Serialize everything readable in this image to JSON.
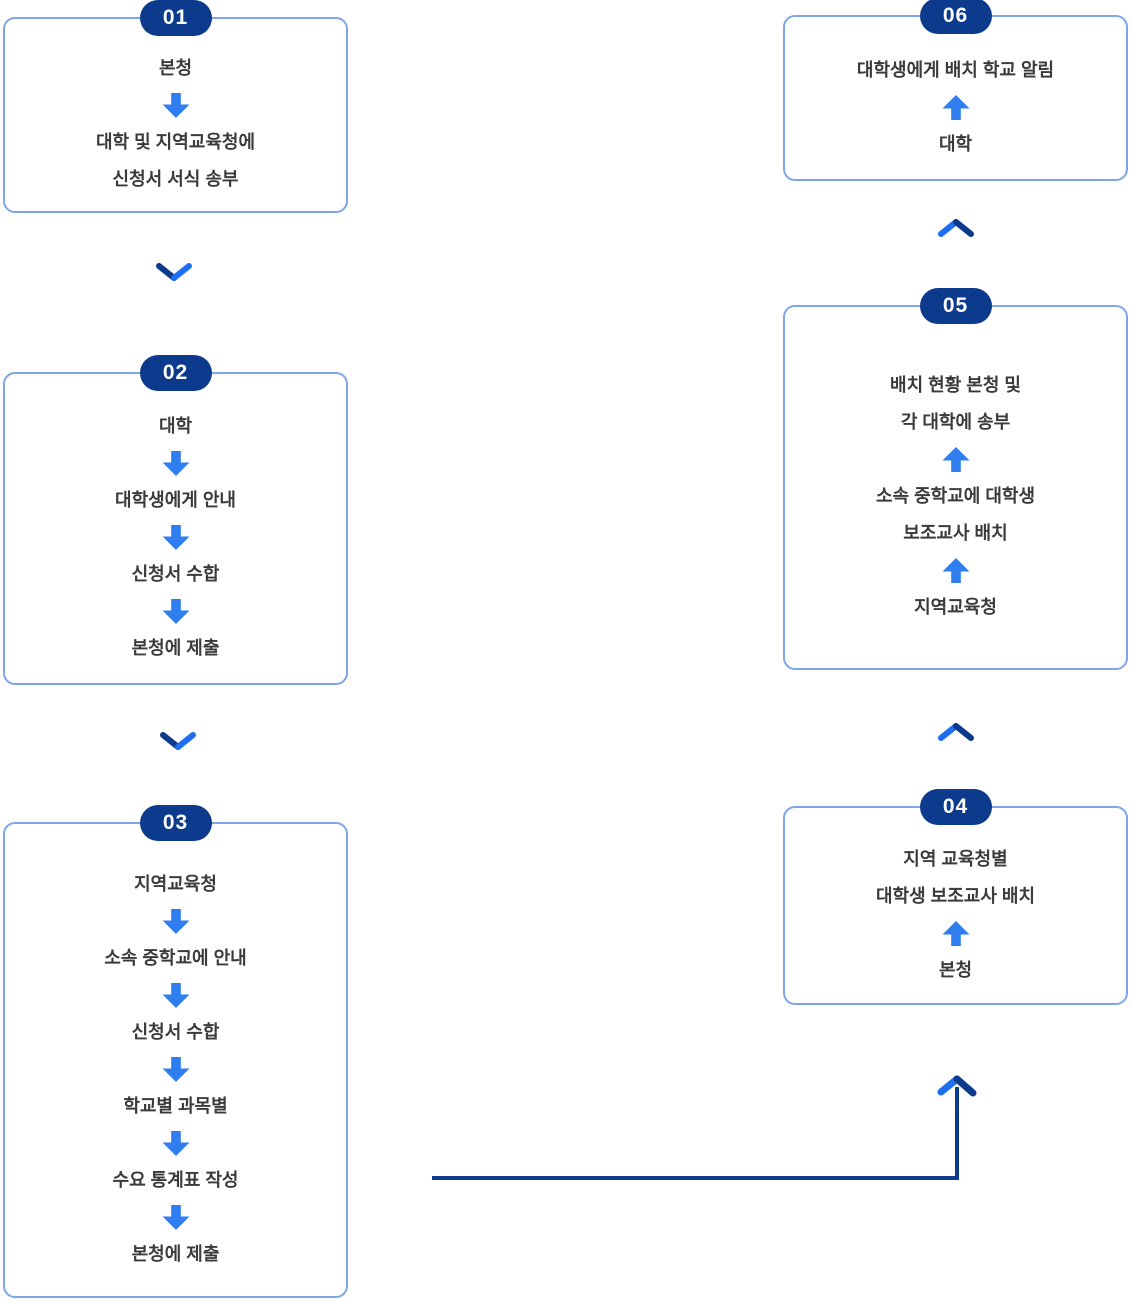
{
  "colors": {
    "navy": "#0c3a8d",
    "arrow_blue": "#2e7ef0",
    "chevron_blue": "#1d6ff0",
    "box_border": "#7ca6e8",
    "text": "#3b3b3b",
    "background": "#ffffff"
  },
  "flow": {
    "left_column": [
      {
        "id": "01",
        "arrow_dir": "down",
        "items": [
          {
            "t": "text",
            "lines": [
              "본청"
            ]
          },
          {
            "t": "arrow"
          },
          {
            "t": "text",
            "lines": [
              "대학 및 지역교육청에",
              "신청서 서식 송부"
            ]
          }
        ]
      },
      {
        "id": "02",
        "arrow_dir": "down",
        "items": [
          {
            "t": "text",
            "lines": [
              "대학"
            ]
          },
          {
            "t": "arrow"
          },
          {
            "t": "text",
            "lines": [
              "대학생에게 안내"
            ]
          },
          {
            "t": "arrow"
          },
          {
            "t": "text",
            "lines": [
              "신청서 수합"
            ]
          },
          {
            "t": "arrow"
          },
          {
            "t": "text",
            "lines": [
              "본청에 제출"
            ]
          }
        ]
      },
      {
        "id": "03",
        "arrow_dir": "down",
        "items": [
          {
            "t": "text",
            "lines": [
              "지역교육청"
            ]
          },
          {
            "t": "arrow"
          },
          {
            "t": "text",
            "lines": [
              "소속 중학교에 안내"
            ]
          },
          {
            "t": "arrow"
          },
          {
            "t": "text",
            "lines": [
              "신청서 수합"
            ]
          },
          {
            "t": "arrow"
          },
          {
            "t": "text",
            "lines": [
              "학교별 과목별"
            ]
          },
          {
            "t": "arrow"
          },
          {
            "t": "text",
            "lines": [
              "수요 통계표 작성"
            ]
          },
          {
            "t": "arrow"
          },
          {
            "t": "text",
            "lines": [
              "본청에 제출"
            ]
          }
        ]
      }
    ],
    "right_column": [
      {
        "id": "06",
        "arrow_dir": "up",
        "items": [
          {
            "t": "text",
            "lines": [
              "대학생에게 배치 학교 알림"
            ]
          },
          {
            "t": "arrow"
          },
          {
            "t": "text",
            "lines": [
              "대학"
            ]
          }
        ]
      },
      {
        "id": "05",
        "arrow_dir": "up",
        "items": [
          {
            "t": "text",
            "lines": [
              "배치 현황 본청 및",
              "각 대학에 송부"
            ]
          },
          {
            "t": "arrow"
          },
          {
            "t": "text",
            "lines": [
              "소속 중학교에 대학생",
              "보조교사 배치"
            ]
          },
          {
            "t": "arrow"
          },
          {
            "t": "text",
            "lines": [
              "지역교육청"
            ]
          }
        ]
      },
      {
        "id": "04",
        "arrow_dir": "up",
        "items": [
          {
            "t": "text",
            "lines": [
              "지역 교육청별",
              "대학생 보조교사 배치"
            ]
          },
          {
            "t": "arrow"
          },
          {
            "t": "text",
            "lines": [
              "본청"
            ]
          }
        ]
      }
    ]
  }
}
